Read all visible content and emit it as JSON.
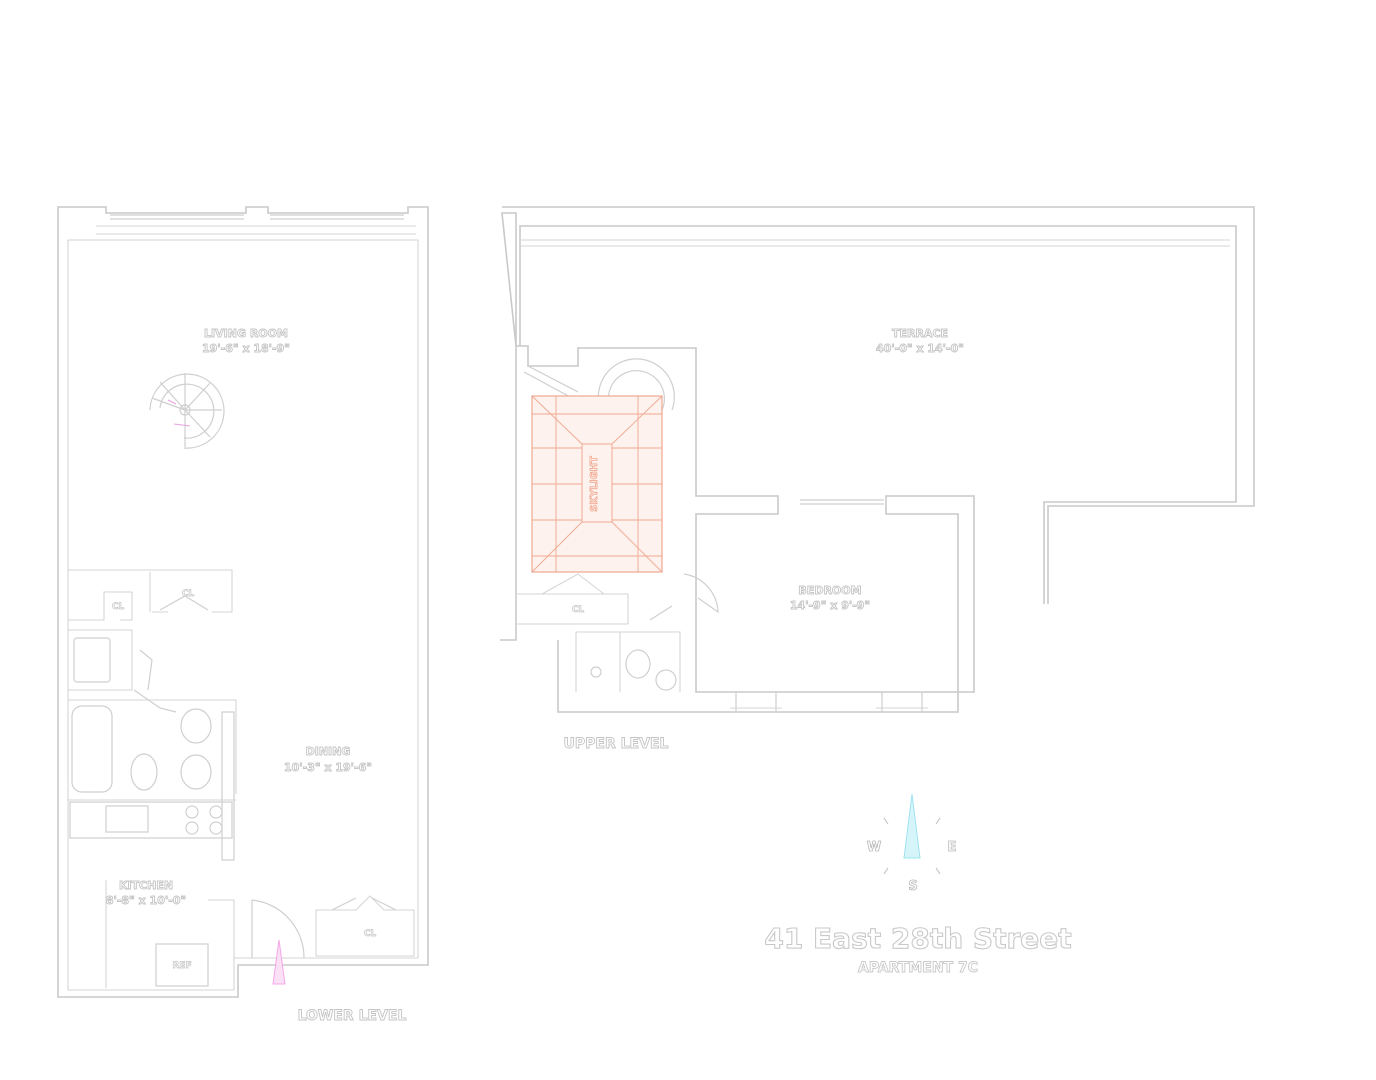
{
  "rooms": {
    "living": {
      "name": "LIVING ROOM",
      "dims": "19'-6\" x 18'-9\""
    },
    "dining": {
      "name": "DINING",
      "dims": "10'-3\" x 19'-6\""
    },
    "kitchen": {
      "name": "KITCHEN",
      "dims": "8'-8\" x 10'-0\""
    },
    "terrace": {
      "name": "TERRACE",
      "dims": "40'-0\" x 14'-0\""
    },
    "bedroom": {
      "name": "BEDROOM",
      "dims": "14'-9\" x 9'-9\""
    }
  },
  "labels": {
    "closet": "CL",
    "ref": "REF",
    "skylight": "SKYLIGHT"
  },
  "levels": {
    "lower": "LOWER LEVEL",
    "upper": "UPPER LEVEL"
  },
  "compass": {
    "w": "W",
    "e": "E",
    "s": "S",
    "needle_color": "#9fe3f0"
  },
  "address": {
    "street": "41 East 28th Street",
    "unit": "APARTMENT 7C"
  },
  "colors": {
    "skylight": "#f0a890",
    "entry_arrow": "#f4a8e8",
    "stair_marks": "#e8a0e0"
  }
}
